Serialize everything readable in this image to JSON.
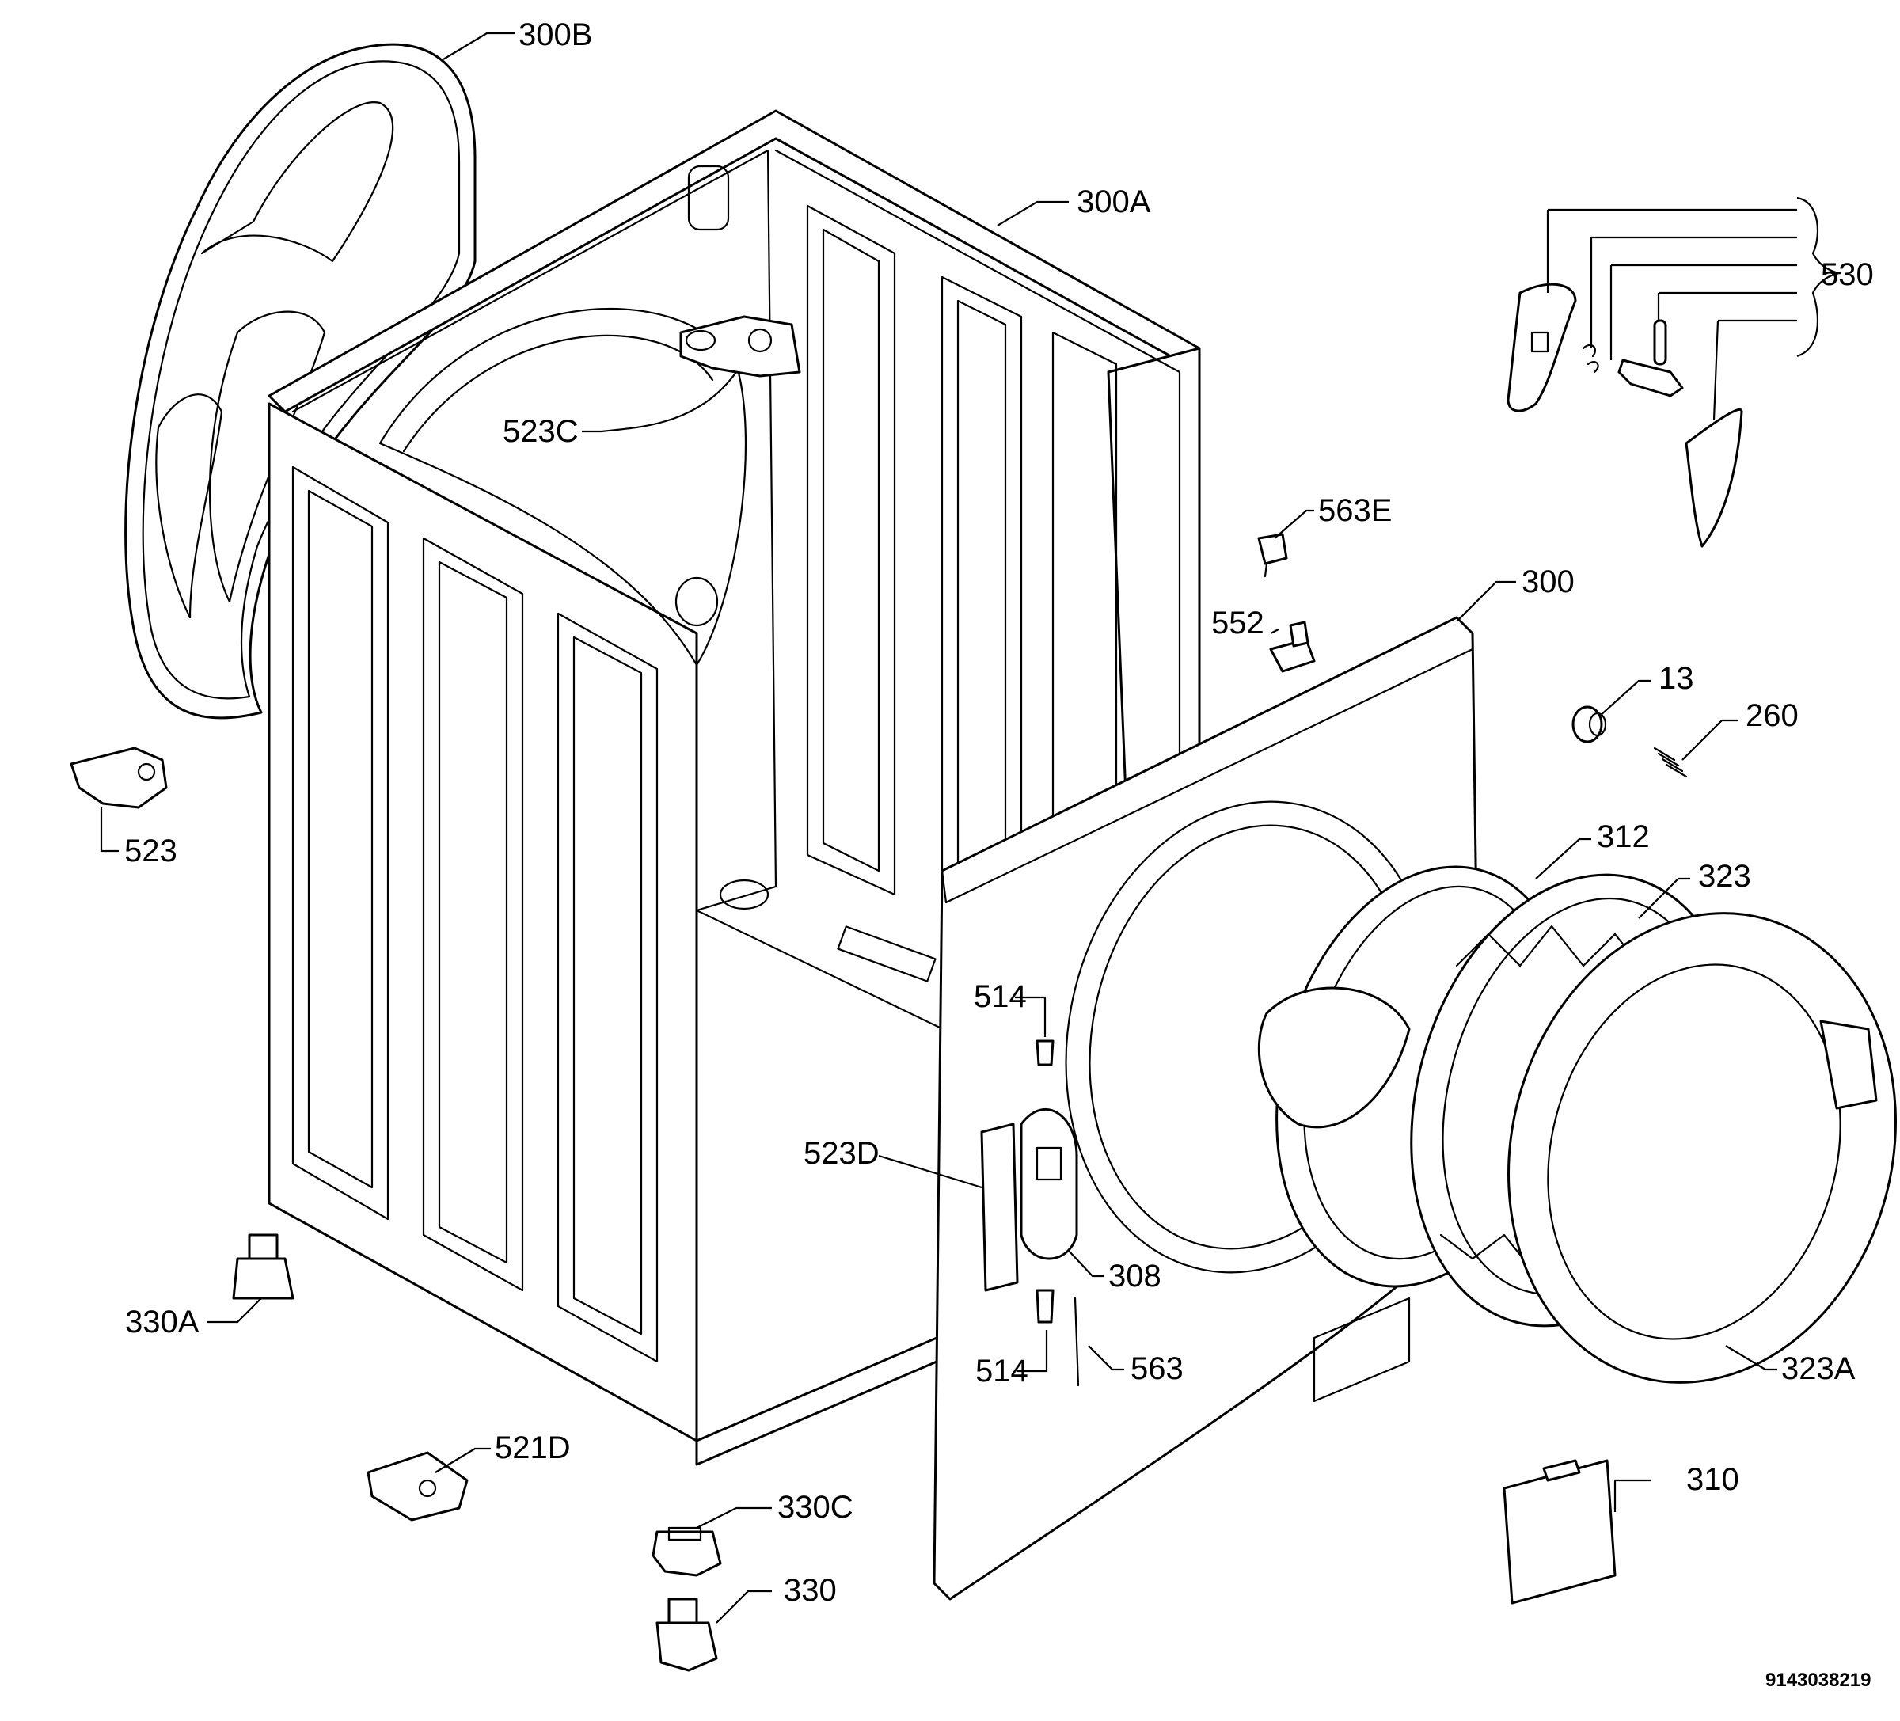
{
  "callouts": {
    "c300B": "300B",
    "c300A": "300A",
    "c530": "530",
    "c523C": "523C",
    "c563E": "563E",
    "c300": "300",
    "c552": "552",
    "c13": "13",
    "c260": "260",
    "c523": "523",
    "c312": "312",
    "c323": "323",
    "c514a": "514",
    "c523D": "523D",
    "c308": "308",
    "c330A": "330A",
    "c514b": "514",
    "c563": "563",
    "c323A": "323A",
    "c521D": "521D",
    "c310": "310",
    "c330C": "330C",
    "c330": "330"
  },
  "drawing_number": "9143038219"
}
